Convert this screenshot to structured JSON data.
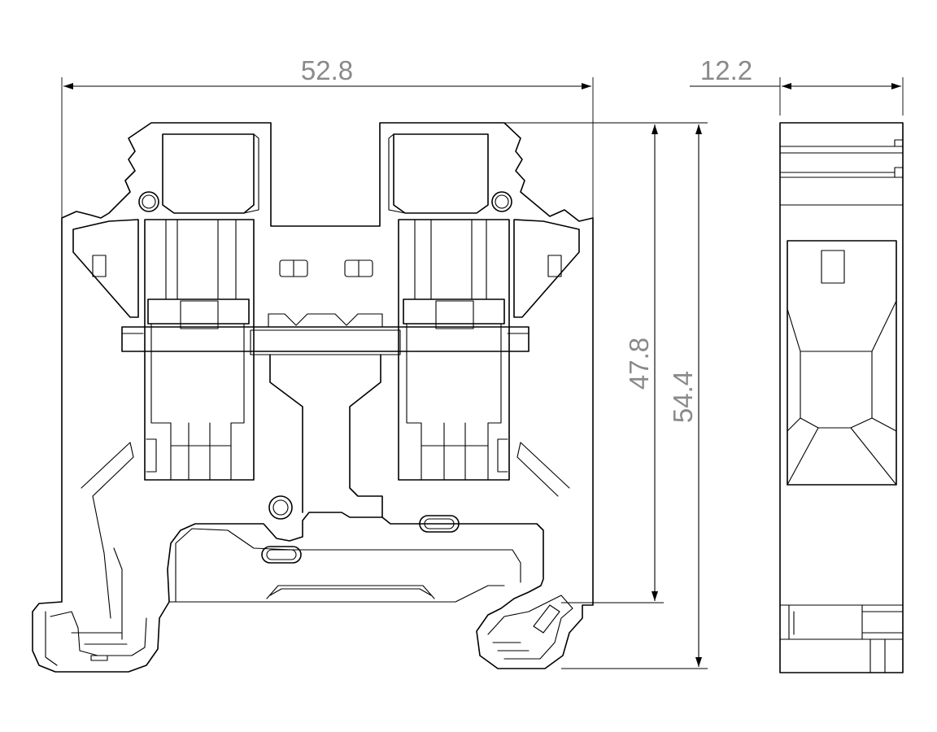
{
  "dimensions": {
    "front_width": "52.8",
    "side_width": "12.2",
    "height_inner": "47.8",
    "height_total": "54.4"
  },
  "colors": {
    "line": "#000000",
    "dimension_text": "#8a8a8a",
    "background": "#ffffff"
  }
}
